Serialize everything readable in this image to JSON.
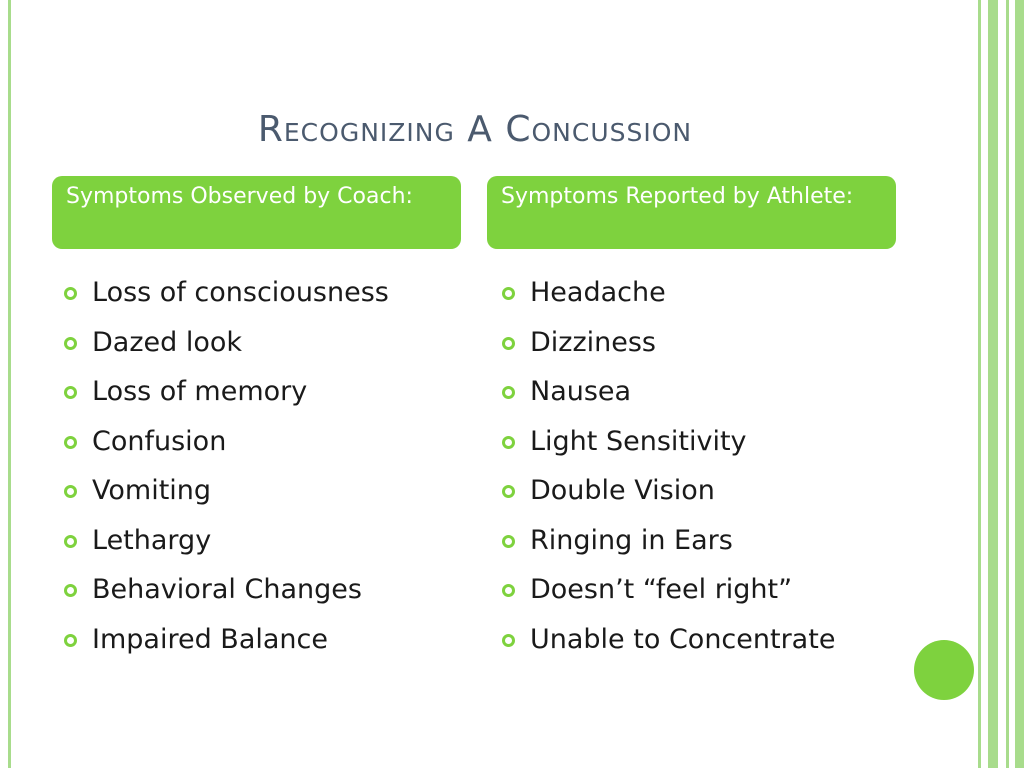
{
  "slide": {
    "title": "Recognizing A Concussion",
    "accent_color": "#7ed23e",
    "border_color": "#a8dc8c",
    "title_color": "#4b5a6e"
  },
  "left_column": {
    "header": "Symptoms Observed by Coach:",
    "items": [
      "Loss of consciousness",
      "Dazed look",
      "Loss of memory",
      "Confusion",
      "Vomiting",
      "Lethargy",
      "Behavioral Changes",
      "Impaired Balance"
    ]
  },
  "right_column": {
    "header": "Symptoms Reported by Athlete:",
    "items": [
      "Headache",
      "Dizziness",
      "Nausea",
      "Light Sensitivity",
      "Double Vision",
      "Ringing in Ears",
      "Doesn’t “feel right”",
      "Unable to Concentrate"
    ]
  }
}
